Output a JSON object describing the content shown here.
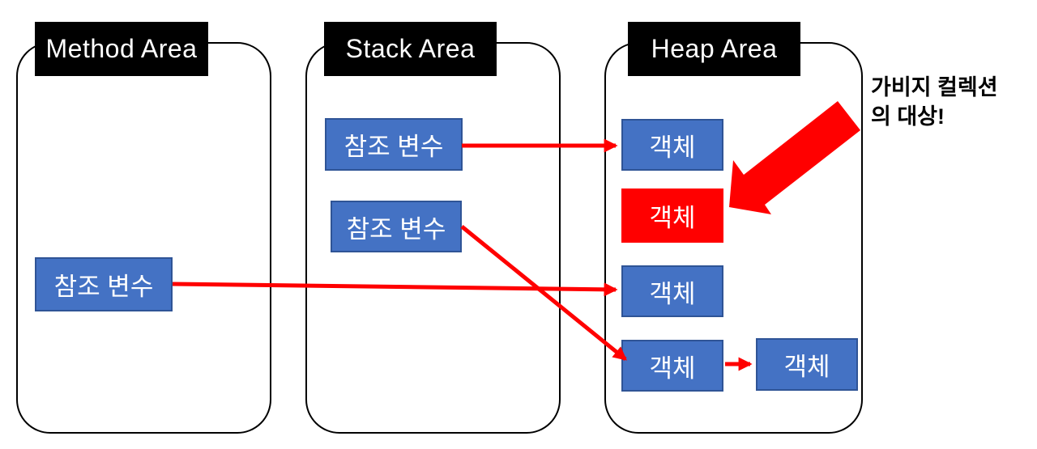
{
  "areas": [
    {
      "label": "Method Area"
    },
    {
      "label": "Stack Area"
    },
    {
      "label": "Heap Area"
    }
  ],
  "boxes": {
    "method_ref": {
      "label": "참조 변수"
    },
    "stack_ref_1": {
      "label": "참조 변수"
    },
    "stack_ref_2": {
      "label": "참조 변수"
    },
    "heap_obj_1": {
      "label": "객체"
    },
    "heap_obj_2": {
      "label": "객체"
    },
    "heap_obj_3": {
      "label": "객체"
    },
    "heap_obj_4": {
      "label": "객체"
    },
    "heap_obj_5": {
      "label": "객체"
    }
  },
  "annotation": {
    "full": "가비지 컬렉션의 대상!",
    "line1": "가비지 컬렉션",
    "line2": "의 대상!"
  },
  "colors": {
    "box_blue": "#4472C4",
    "box_blue_border": "#2F5496",
    "garbage_red": "#FF0000",
    "arrow_red": "#FF0000",
    "header_bg": "#000000",
    "header_text": "#FFFFFF",
    "outline_black": "#000000"
  }
}
